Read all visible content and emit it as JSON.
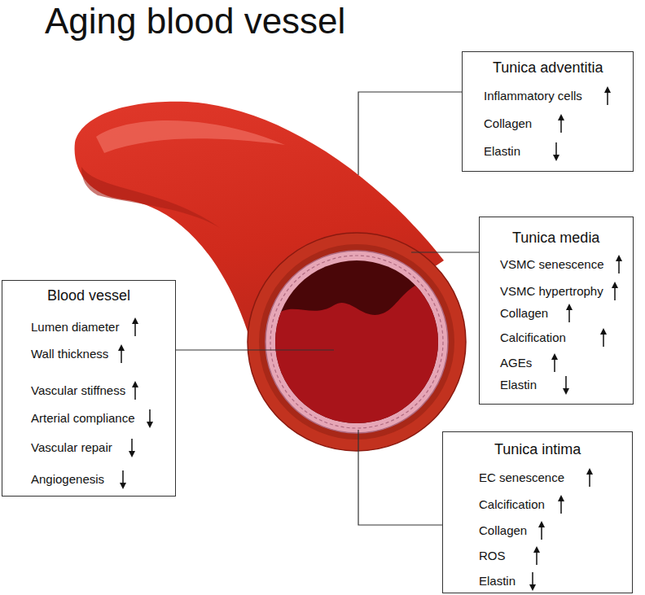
{
  "diagram": {
    "title": "Aging blood vessel",
    "nodes": [
      {
        "text": [
          "Tunica adventitia",
          "Inflammatory cells",
          "Collagen",
          "Elastin"
        ]
      },
      {
        "text": [
          "Tunica media",
          "VSMC senescence",
          "VSMC hypertrophy",
          "Collagen",
          "Calcification",
          "AGEs",
          "Elastin"
        ]
      },
      {
        "text": [
          "Blood vessel",
          "Lumen diameter",
          "Wall thickness",
          "Vascular stiffness",
          "Arterial compliance",
          "Vascular repair",
          "Angiogenesis"
        ]
      },
      {
        "text": [
          "Tunica intima",
          "EC senescence",
          "Calcification",
          "Collagen",
          "ROS",
          "Elastin"
        ]
      }
    ]
  }
}
